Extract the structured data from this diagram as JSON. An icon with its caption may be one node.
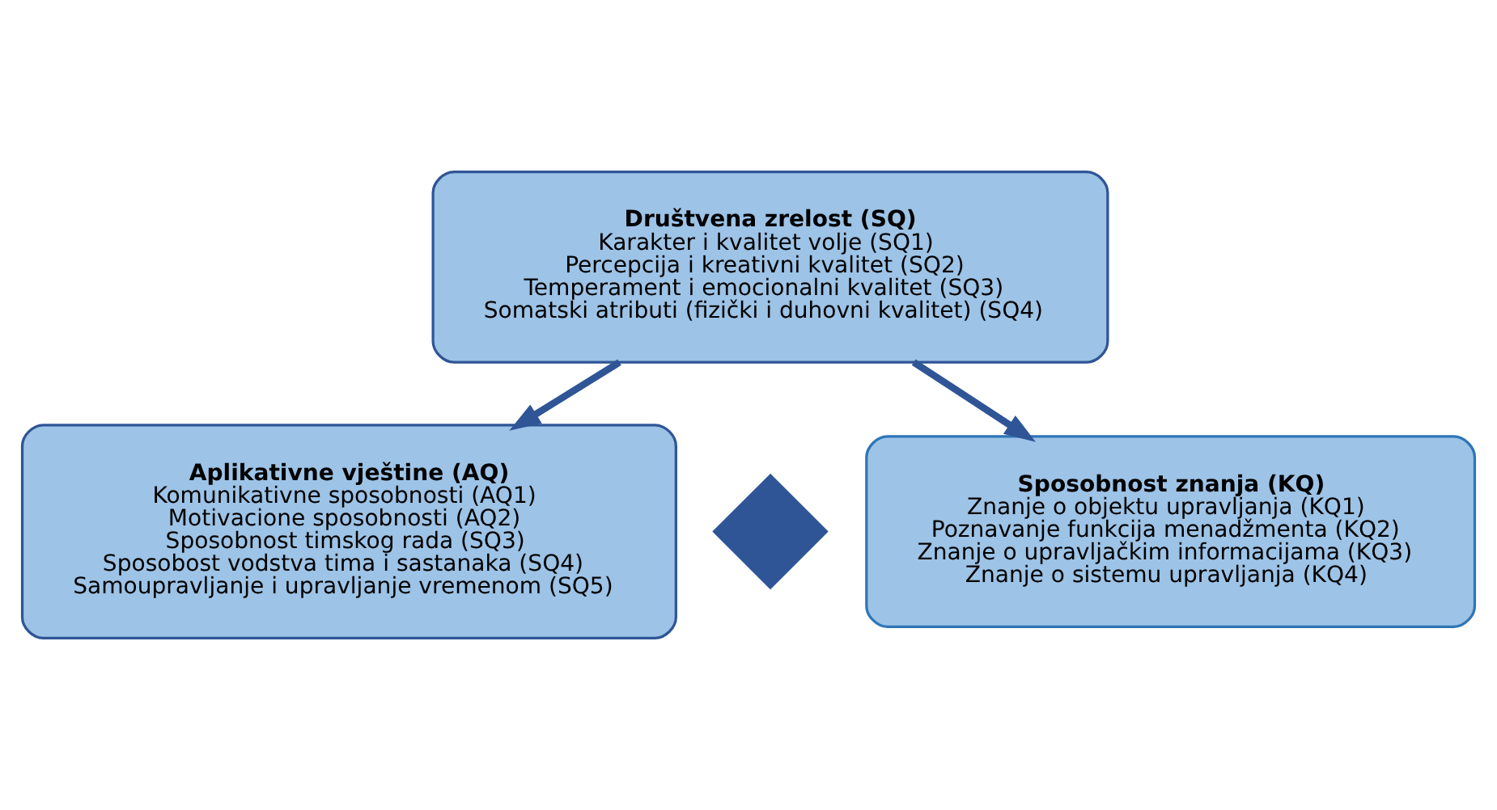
{
  "diagram": {
    "nodes": [
      {
        "text": [
          "Društvena zrelost (SQ)",
          "Karakter i kvalitet volje (SQ1)",
          "Percepcija i kreativni kvalitet (SQ2)",
          "Temperament i emocionalni kvalitet (SQ3)",
          "Somatski atributi (fizički i duhovni kvalitet) (SQ4)"
        ]
      },
      {
        "text": [
          "Aplikativne vještine (AQ)",
          "Komunikativne sposobnosti (AQ1)",
          "Motivacione sposobnosti (AQ2)",
          "Sposobnost timskog rada (SQ3)",
          "Sposobost vodstva tima i sastanaka (SQ4)",
          "Samoupravljanje i upravljanje vremenom (SQ5)"
        ]
      },
      {
        "text": [],
        "shape": "diamond"
      },
      {
        "text": [
          "Sposobnost znanja (KQ)",
          "Znanje o objektu upravljanja (KQ1)",
          "Poznavanje funkcija menadžmenta (KQ2)",
          "Znanje o upravljačkim informacijama (KQ3)",
          "Znanje o sistemu upravljanja (KQ4)"
        ]
      }
    ],
    "edges": [
      {
        "from": 0,
        "to": 1,
        "arrow": "to"
      },
      {
        "from": 0,
        "to": 3,
        "arrow": "to"
      }
    ]
  }
}
